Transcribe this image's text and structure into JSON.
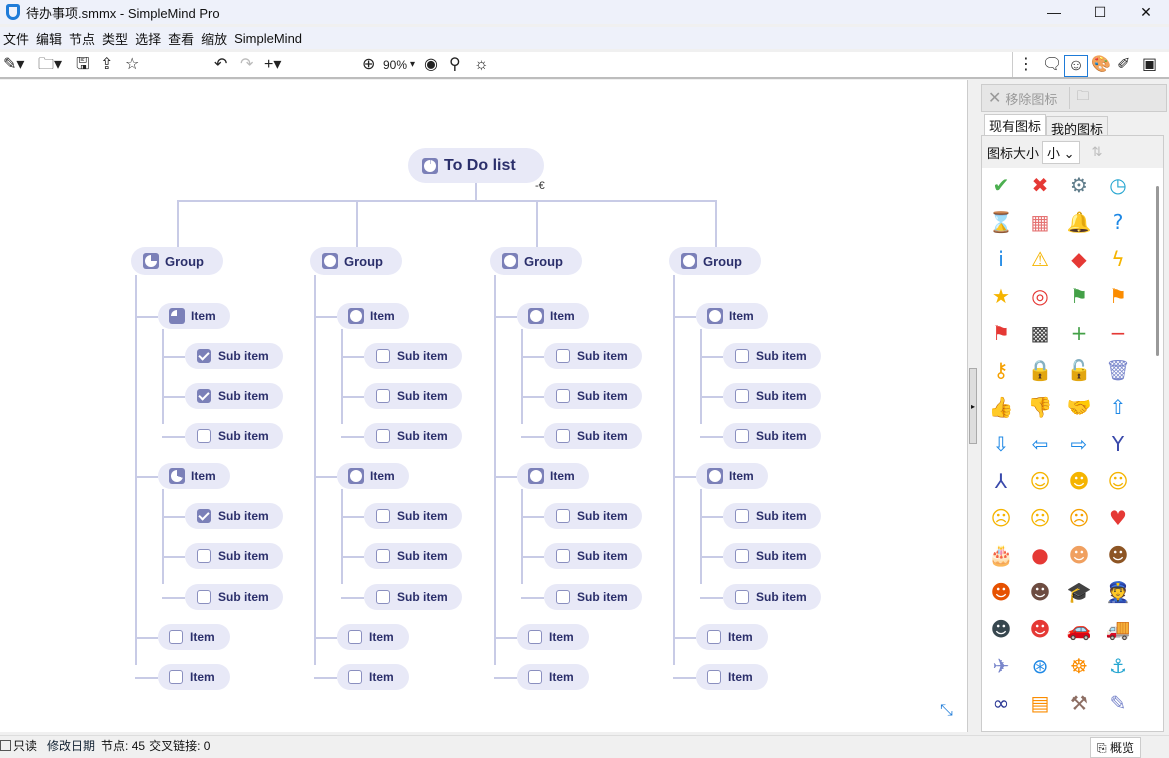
{
  "window": {
    "title": "待办事项.smmx - SimpleMind Pro",
    "minimize": "—",
    "maximize": "☐",
    "close": "✕"
  },
  "menu": [
    "文件",
    "编辑",
    "节点",
    "类型",
    "选择",
    "查看",
    "缩放",
    "SimpleMind"
  ],
  "toolbar": {
    "zoom": "90%"
  },
  "mindmap": {
    "root": "To Do list",
    "groups": [
      {
        "label": "Group",
        "progress": 0.25,
        "items": [
          {
            "label": "Item",
            "progress": 0.75,
            "subs": [
              {
                "label": "Sub item",
                "checked": true
              },
              {
                "label": "Sub item",
                "checked": true
              },
              {
                "label": "Sub item",
                "checked": false
              }
            ]
          },
          {
            "label": "Item",
            "progress": 0.3,
            "subs": [
              {
                "label": "Sub item",
                "checked": true
              },
              {
                "label": "Sub item",
                "checked": false
              },
              {
                "label": "Sub item",
                "checked": false
              }
            ]
          },
          {
            "label": "Item",
            "checked": false
          },
          {
            "label": "Item",
            "checked": false
          }
        ]
      },
      {
        "label": "Group",
        "progress": 0,
        "items": [
          {
            "label": "Item",
            "progress": 0,
            "subs": [
              {
                "label": "Sub item",
                "checked": false
              },
              {
                "label": "Sub item",
                "checked": false
              },
              {
                "label": "Sub item",
                "checked": false
              }
            ]
          },
          {
            "label": "Item",
            "progress": 0,
            "subs": [
              {
                "label": "Sub item",
                "checked": false
              },
              {
                "label": "Sub item",
                "checked": false
              },
              {
                "label": "Sub item",
                "checked": false
              }
            ]
          },
          {
            "label": "Item",
            "checked": false
          },
          {
            "label": "Item",
            "checked": false
          }
        ]
      },
      {
        "label": "Group",
        "progress": 0,
        "items": [
          {
            "label": "Item",
            "progress": 0,
            "subs": [
              {
                "label": "Sub item",
                "checked": false
              },
              {
                "label": "Sub item",
                "checked": false
              },
              {
                "label": "Sub item",
                "checked": false
              }
            ]
          },
          {
            "label": "Item",
            "progress": 0,
            "subs": [
              {
                "label": "Sub item",
                "checked": false
              },
              {
                "label": "Sub item",
                "checked": false
              },
              {
                "label": "Sub item",
                "checked": false
              }
            ]
          },
          {
            "label": "Item",
            "checked": false
          },
          {
            "label": "Item",
            "checked": false
          }
        ]
      },
      {
        "label": "Group",
        "progress": 0,
        "items": [
          {
            "label": "Item",
            "progress": 0,
            "subs": [
              {
                "label": "Sub item",
                "checked": false
              },
              {
                "label": "Sub item",
                "checked": false
              },
              {
                "label": "Sub item",
                "checked": false
              }
            ]
          },
          {
            "label": "Item",
            "progress": 0,
            "subs": [
              {
                "label": "Sub item",
                "checked": false
              },
              {
                "label": "Sub item",
                "checked": false
              },
              {
                "label": "Sub item",
                "checked": false
              }
            ]
          },
          {
            "label": "Item",
            "checked": false
          },
          {
            "label": "Item",
            "checked": false
          }
        ]
      }
    ]
  },
  "panel": {
    "remove_icon": "移除图标",
    "tabs": [
      "现有图标",
      "我的图标"
    ],
    "size_label": "图标大小",
    "size_value": "小",
    "icons": [
      {
        "name": "check-icon",
        "g": "✔",
        "c": "#4caf50"
      },
      {
        "name": "cross-icon",
        "g": "✖",
        "c": "#e53935"
      },
      {
        "name": "gear-icon",
        "g": "⚙",
        "c": "#607d8b"
      },
      {
        "name": "clock-icon",
        "g": "◷",
        "c": "#26a6d1"
      },
      {
        "name": "hourglass-icon",
        "g": "⌛",
        "c": "#a0703a"
      },
      {
        "name": "calendar-icon",
        "g": "▦",
        "c": "#e57373"
      },
      {
        "name": "bell-icon",
        "g": "🔔",
        "c": "#f5b400"
      },
      {
        "name": "question-icon",
        "g": "?",
        "c": "#1e88e5"
      },
      {
        "name": "info-icon",
        "g": "i",
        "c": "#1e88e5"
      },
      {
        "name": "warning-icon",
        "g": "⚠",
        "c": "#f5b400"
      },
      {
        "name": "error-icon",
        "g": "◆",
        "c": "#e53935"
      },
      {
        "name": "lightning-icon",
        "g": "ϟ",
        "c": "#f5b400"
      },
      {
        "name": "star-icon",
        "g": "★",
        "c": "#f5b400"
      },
      {
        "name": "target-icon",
        "g": "◎",
        "c": "#e53935"
      },
      {
        "name": "green-flag-icon",
        "g": "⚑",
        "c": "#43a047"
      },
      {
        "name": "orange-flag-icon",
        "g": "⚑",
        "c": "#fb8c00"
      },
      {
        "name": "red-flag-icon",
        "g": "⚑",
        "c": "#e53935"
      },
      {
        "name": "checkered-flag-icon",
        "g": "▩",
        "c": "#444"
      },
      {
        "name": "plus-icon",
        "g": "+",
        "c": "#43a047"
      },
      {
        "name": "minus-icon",
        "g": "−",
        "c": "#e53935"
      },
      {
        "name": "key-icon",
        "g": "⚷",
        "c": "#f5a000"
      },
      {
        "name": "lock-icon",
        "g": "🔒",
        "c": "#fb8c00"
      },
      {
        "name": "unlock-icon",
        "g": "🔓",
        "c": "#fb8c00"
      },
      {
        "name": "trash-icon",
        "g": "🗑",
        "c": "#7986cb"
      },
      {
        "name": "thumbs-up-icon",
        "g": "👍",
        "c": "#f5b400"
      },
      {
        "name": "thumbs-down-icon",
        "g": "👎",
        "c": "#f5b400"
      },
      {
        "name": "handshake-icon",
        "g": "🤝",
        "c": "#f5a000"
      },
      {
        "name": "arrow-up-icon",
        "g": "⇧",
        "c": "#1e88e5"
      },
      {
        "name": "arrow-down-icon",
        "g": "⇩",
        "c": "#1e88e5"
      },
      {
        "name": "arrow-left-icon",
        "g": "⇦",
        "c": "#1e88e5"
      },
      {
        "name": "arrow-right-icon",
        "g": "⇨",
        "c": "#1e88e5"
      },
      {
        "name": "fork-icon",
        "g": "Y",
        "c": "#3949ab"
      },
      {
        "name": "merge-icon",
        "g": "⅄",
        "c": "#3949ab"
      },
      {
        "name": "smile-icon",
        "g": "☺",
        "c": "#f5b400"
      },
      {
        "name": "grin-icon",
        "g": "☻",
        "c": "#f5b400"
      },
      {
        "name": "wink-icon",
        "g": "☺",
        "c": "#f5b400"
      },
      {
        "name": "neutral-face-icon",
        "g": "☹",
        "c": "#f5b400"
      },
      {
        "name": "sad-face-icon",
        "g": "☹",
        "c": "#f5b400"
      },
      {
        "name": "crying-face-icon",
        "g": "☹",
        "c": "#f5a000"
      },
      {
        "name": "heart-icon",
        "g": "♥",
        "c": "#e53935"
      },
      {
        "name": "cake-icon",
        "g": "🎂",
        "c": "#e91e63"
      },
      {
        "name": "balloon-icon",
        "g": "●",
        "c": "#e53935"
      },
      {
        "name": "boy-icon",
        "g": "☻",
        "c": "#f0a060"
      },
      {
        "name": "boy-dark-icon",
        "g": "☻",
        "c": "#8d5524"
      },
      {
        "name": "woman-icon",
        "g": "☻",
        "c": "#e65100"
      },
      {
        "name": "woman-dark-icon",
        "g": "☻",
        "c": "#6d4c41"
      },
      {
        "name": "graduation-cap-icon",
        "g": "🎓",
        "c": "#444"
      },
      {
        "name": "police-icon",
        "g": "👮",
        "c": "#283593"
      },
      {
        "name": "businessman-icon",
        "g": "☻",
        "c": "#37474f"
      },
      {
        "name": "firefighter-icon",
        "g": "☻",
        "c": "#e53935"
      },
      {
        "name": "car-icon",
        "g": "🚗",
        "c": "#e53935"
      },
      {
        "name": "truck-icon",
        "g": "🚚",
        "c": "#43a047"
      },
      {
        "name": "airplane-icon",
        "g": "✈",
        "c": "#7986cb"
      },
      {
        "name": "compass-icon",
        "g": "⊛",
        "c": "#1e88e5"
      },
      {
        "name": "ship-wheel-icon",
        "g": "☸",
        "c": "#fb8c00"
      },
      {
        "name": "anchor-icon",
        "g": "⚓",
        "c": "#26a6d1"
      },
      {
        "name": "binoculars-icon",
        "g": "∞",
        "c": "#283593"
      },
      {
        "name": "brick-wall-icon",
        "g": "▤",
        "c": "#fb8c00"
      },
      {
        "name": "hammer-icon",
        "g": "⚒",
        "c": "#8d6e63"
      },
      {
        "name": "brush-icon",
        "g": "✎",
        "c": "#7986cb"
      }
    ]
  },
  "status": {
    "readonly": "只读",
    "modified": "修改日期",
    "nodes": "节点: 45",
    "crosslinks": "交叉链接: 0",
    "overview": "概览"
  }
}
